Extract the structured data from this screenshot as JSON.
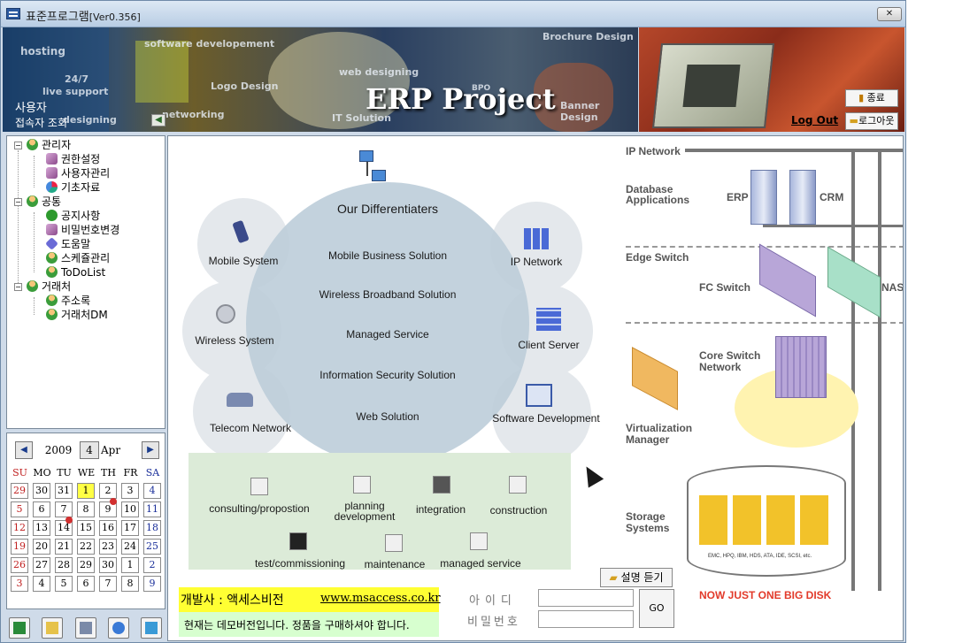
{
  "window": {
    "title": "표준프로그램",
    "version": "[Ver0.356]"
  },
  "banner": {
    "title": "ERP Project",
    "user_label": "사용자",
    "login_label": "접속자 조회",
    "keywords": [
      "hosting",
      "24/7",
      "live support",
      "designing",
      "software developement",
      "Logo Design",
      "networking",
      "web designing",
      "BPO",
      "IT Solution",
      "Brochure Design",
      "Banner Design"
    ],
    "exit_label": "종료",
    "logout_text": "Log Out",
    "logout_label": "로그아웃"
  },
  "tree": {
    "groups": [
      {
        "label": "관리자",
        "items": [
          "권한설정",
          "사용자관리",
          "기초자료"
        ]
      },
      {
        "label": "공통",
        "items": [
          "공지사항",
          "비밀번호변경",
          "도움말",
          "스케쥴관리",
          "ToDoList"
        ]
      },
      {
        "label": "거래처",
        "items": [
          "주소록",
          "거래처DM"
        ]
      }
    ]
  },
  "calendar": {
    "year": "2009",
    "month_num": "4",
    "month": "Apr",
    "weekdays": [
      "SU",
      "MO",
      "TU",
      "WE",
      "TH",
      "FR",
      "SA"
    ],
    "weeks": [
      [
        "29",
        "30",
        "31",
        "1",
        "2",
        "3",
        "4"
      ],
      [
        "5",
        "6",
        "7",
        "8",
        "9",
        "10",
        "11"
      ],
      [
        "12",
        "13",
        "14",
        "15",
        "16",
        "17",
        "18"
      ],
      [
        "19",
        "20",
        "21",
        "22",
        "23",
        "24",
        "25"
      ],
      [
        "26",
        "27",
        "28",
        "29",
        "30",
        "1",
        "2"
      ],
      [
        "3",
        "4",
        "5",
        "6",
        "7",
        "8",
        "9"
      ]
    ],
    "sunday_color": "#c02020",
    "saturday_color": "#1a2f9a",
    "today_highlight": "#ffff44"
  },
  "toolbar": {
    "icons": [
      "excel-icon",
      "folder-icon",
      "calculator-icon",
      "internet-explorer-icon",
      "book-icon"
    ]
  },
  "diagram": {
    "center_title": "Our Differentiaters",
    "center_items": [
      "Mobile Business Solution",
      "Wireless Broadband Solution",
      "Managed Service",
      "Information Security Solution",
      "Web Solution"
    ],
    "left_items": [
      "Mobile System",
      "Wireless System",
      "Telecom Network"
    ],
    "right_items": [
      "IP Network",
      "Client Server",
      "Software Development"
    ],
    "services": [
      "consulting/propostion",
      "planning development",
      "integration",
      "construction",
      "test/commissioning",
      "maintenance",
      "managed service"
    ]
  },
  "network": {
    "ip_network": "IP Network",
    "database_applications": "Database Applications",
    "erp": "ERP",
    "crm": "CRM",
    "edge_switch": "Edge Switch",
    "fc_switch": "FC Switch",
    "nas": "NAS",
    "core_switch_network": "Core Switch Network",
    "virtualization_manager": "Virtualization Manager",
    "storage_systems": "Storage Systems",
    "storage_vendors": "EMC, HPQ, IBM, HDS, ATA, IDE, SCSI, etc.",
    "disk_caption": "NOW JUST ONE BIG DISK"
  },
  "footer": {
    "speak_button": "설명 듣기",
    "developer_label": "개발사 : 액세스비전",
    "developer_url": "www.msaccess.co.kr",
    "demo_text": "현재는 데모버전입니다. 정품을 구매하셔야 합니다.",
    "id_label": "아이디",
    "password_label": "비밀번호",
    "id_value": "",
    "password_value": "",
    "go_button": "GO"
  }
}
